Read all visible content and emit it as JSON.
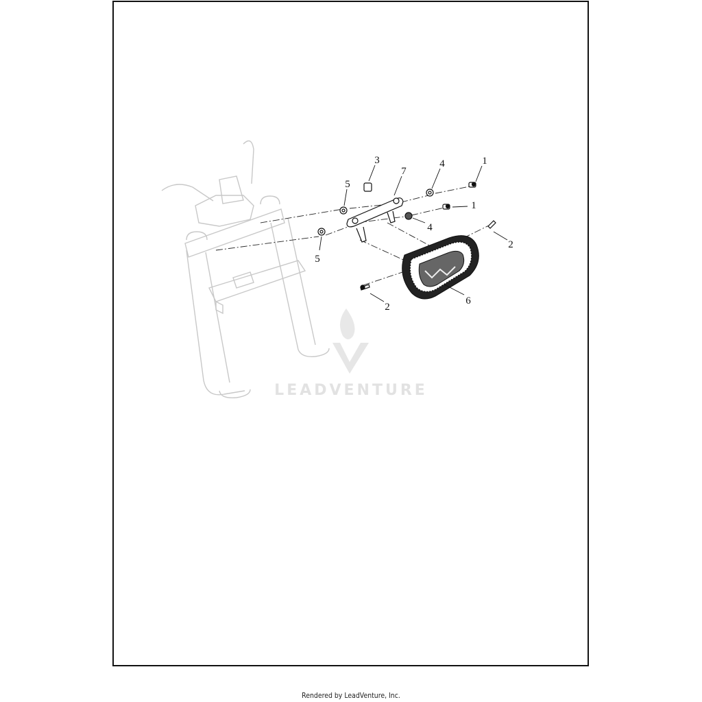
{
  "diagram": {
    "callouts": [
      {
        "label": "1"
      },
      {
        "label": "1"
      },
      {
        "label": "2"
      },
      {
        "label": "2"
      },
      {
        "label": "3"
      },
      {
        "label": "4"
      },
      {
        "label": "4"
      },
      {
        "label": "5"
      },
      {
        "label": "5"
      },
      {
        "label": "6"
      },
      {
        "label": "7"
      }
    ]
  },
  "watermark": {
    "text": "LEADVENTURE"
  },
  "footer": {
    "text": "Rendered by LeadVenture, Inc."
  }
}
